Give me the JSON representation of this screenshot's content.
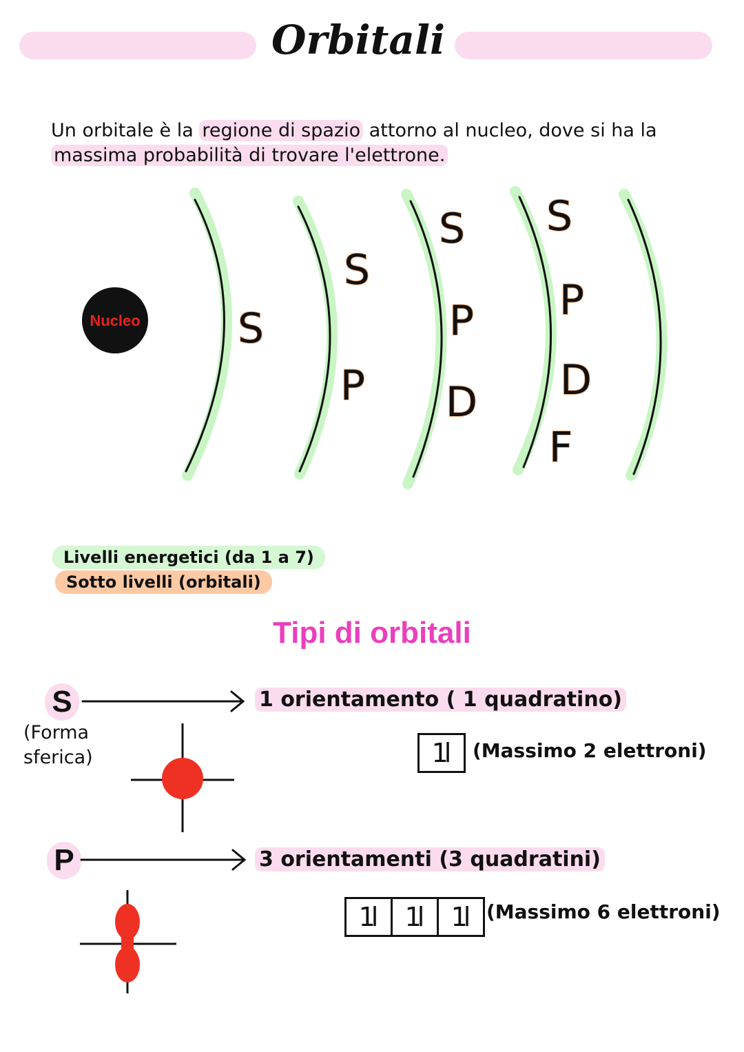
{
  "title": "Orbitali",
  "intro": {
    "part1": "Un orbitale è la ",
    "highlight1": "regione di spazio",
    "part2": " attorno al nucleo, dove si ha la ",
    "highlight2": "massima probabilità di trovare l'elettrone."
  },
  "diagram": {
    "nucleus_label": "Nucleo",
    "levels": [
      [
        "S"
      ],
      [
        "S",
        "P"
      ],
      [
        "S",
        "P",
        "D"
      ],
      [
        "S",
        "P",
        "D",
        "F"
      ],
      []
    ]
  },
  "legend": {
    "levels": "Livelli energetici (da 1 a 7)",
    "sublevels": "Sotto livelli (orbitali)"
  },
  "section_title": "Tipi di orbitali",
  "orbital_s": {
    "letter": "S",
    "shape_label": "(Forma sferica)",
    "orientations": "1 orientamento ( 1 quadratino)",
    "boxes": [
      "1l"
    ],
    "max": "(Massimo 2 elettroni)"
  },
  "orbital_p": {
    "letter": "P",
    "orientations": "3 orientamenti (3 quadratini)",
    "boxes": [
      "1l",
      "1l",
      "1l"
    ],
    "max": "(Massimo 6 elettroni)"
  },
  "colors": {
    "pink_highlight": "#fbdcee",
    "green_highlight": "#d6f7d4",
    "orange_highlight": "#fcc9a4",
    "section_title": "#ea3fbd",
    "orbital_fill": "#ef3124"
  }
}
